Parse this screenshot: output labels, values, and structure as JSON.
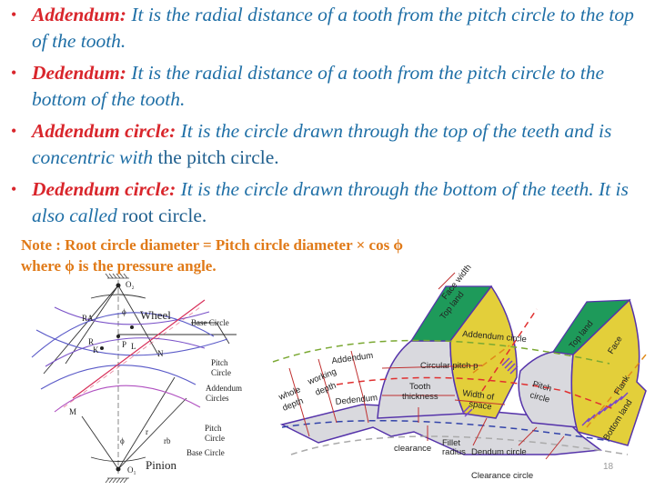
{
  "bullets": [
    {
      "term": "Addendum:",
      "text": " It is the radial distance of a tooth from the pitch circle to the top of the tooth.",
      "plain": ""
    },
    {
      "term": "Dedendum:",
      "text": " It is the radial distance of a tooth from the pitch circle to the bottom of the tooth.",
      "plain": ""
    },
    {
      "term": "Addendum circle:",
      "text": " It is the circle drawn through the top of the teeth and is concentric with ",
      "plain": "the pitch circle."
    },
    {
      "term": "Dedendum circle:",
      "text": " It is the circle drawn through the bottom of the teeth. It is also called ",
      "plain": "root circle."
    }
  ],
  "bullet_symbol": "•",
  "note": {
    "line1": "Note : Root circle diameter = Pitch circle diameter × cos ϕ",
    "line2": "where ϕ is the pressure angle."
  },
  "left_diagram": {
    "labels": {
      "o2": "O₂",
      "o1": "O₁",
      "wheel": "Wheel",
      "pinion": "Pinion",
      "ra": "RA",
      "r": "R",
      "phi": "ϕ",
      "n": "N",
      "l": "L",
      "p": "P",
      "k": "K",
      "m": "M",
      "r_small": "r",
      "rb": "rb",
      "base_circle_top": "Base Circle",
      "pitch_circle_top_1": "Pitch",
      "pitch_circle_top_2": "Circle",
      "addendum_1": "Addendum",
      "addendum_2": "Circles",
      "pitch_circle_bottom_1": "Pitch",
      "pitch_circle_bottom_2": "Circle",
      "base_circle_bottom": "Base Circle"
    }
  },
  "right_diagram": {
    "labels": {
      "face_width": "Face width",
      "top_land_1": "Top land",
      "top_land_2": "Top land",
      "addendum_circle": "Addendum circle",
      "face": "Face",
      "flank": "Flank",
      "bottom_land": "Bottom land",
      "addendum": "Addendum",
      "circular_pitch": "Circular pitch p",
      "working_1": "working",
      "working_2": "depth",
      "whole_1": "whole",
      "whole_2": "depth",
      "tooth_1": "Tooth",
      "tooth_2": "thickness",
      "width_1": "Width of",
      "width_2": "space",
      "pitch_1": "Pitch",
      "pitch_2": "circle",
      "dedendum": "Dedendum",
      "clearance": "clearance",
      "fillet_1": "Fillet",
      "fillet_2": "radius",
      "dendum_circle": "Dendum circle",
      "clearance_circle": "Clearance circle"
    },
    "colors": {
      "top_land": "#1e9a5a",
      "face": "#e3cf3a",
      "tooth_body": "#d9d9de",
      "outline": "#5533aa",
      "dash_red": "#e03030",
      "dash_green": "#7aa832",
      "dash_orange": "#e08a1a",
      "dash_blue": "#3344aa"
    }
  },
  "page_number": "18",
  "colors": {
    "term": "#d9262c",
    "body": "#1f6fa6",
    "note": "#e07a18"
  }
}
